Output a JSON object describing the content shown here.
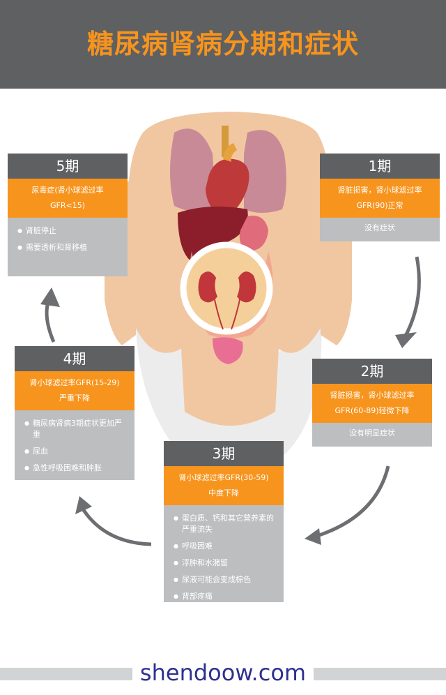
{
  "title": "糖尿病肾病分期和症状",
  "stages": [
    {
      "name": "1期",
      "orange": [
        "肾脏损害，肾小球滤过率",
        "GFR(90)正常"
      ],
      "items": [
        "没有症状"
      ]
    },
    {
      "name": "2期",
      "orange": [
        "肾脏损害，肾小球滤过率",
        "GFR(60-89)轻微下降"
      ],
      "items": [
        "没有明显症状"
      ]
    },
    {
      "name": "3期",
      "orange": [
        "肾小球滤过率GFR(30-59)",
        "中度下降"
      ],
      "items": [
        "蛋白质、钙和其它营养素的严重流失",
        "呼吸困难",
        "浮肿和水潴留",
        "尿液可能会变成棕色",
        "背部疼痛"
      ]
    },
    {
      "name": "4期",
      "orange": [
        "肾小球滤过率GFR(15-29)",
        "严重下降"
      ],
      "items": [
        "糖尿病肾病3期症状更加严重",
        "尿血",
        "急性呼吸困难和肿胀"
      ]
    },
    {
      "name": "5期",
      "orange": [
        "尿毒症(肾小球滤过率",
        "GFR<15)"
      ],
      "items": [
        "肾脏停止",
        "需要透析和肾移植"
      ]
    }
  ],
  "brand": "shendoow.com",
  "colors": {
    "accent": "#f7941d",
    "header": "#5f6062",
    "panel": "#bcbec0",
    "brand": "#2e3192"
  }
}
